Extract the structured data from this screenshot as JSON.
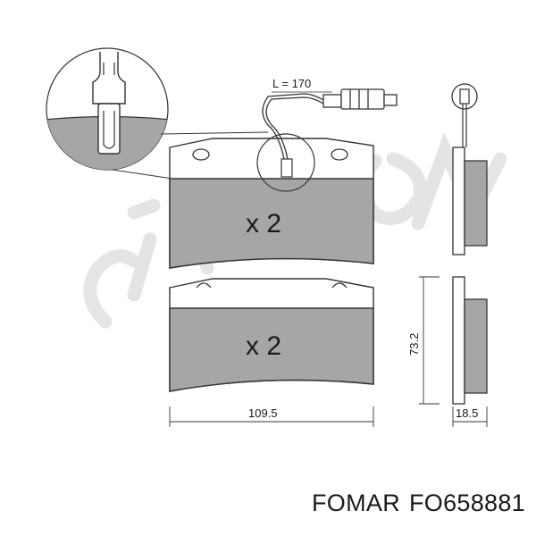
{
  "diagram": {
    "sensor_length_label": "L = 170",
    "quantity_top": "x 2",
    "quantity_bottom": "x 2",
    "width_label": "109.5",
    "height_label": "73.2",
    "thickness_label": "18.5",
    "watermark": "cifam"
  },
  "caption": {
    "brand": "FOMAR",
    "part_number": "FO658881"
  },
  "colors": {
    "pad_fill": "#a6a6a6",
    "line": "#333333",
    "watermark": "#e2e2e2"
  }
}
